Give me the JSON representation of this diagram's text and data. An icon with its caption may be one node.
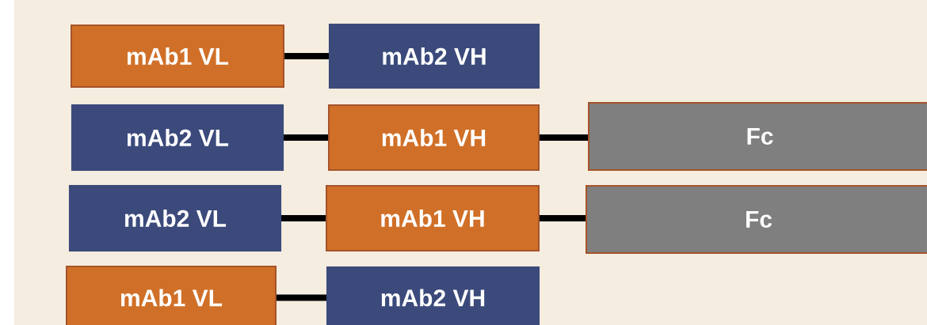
{
  "diagram": {
    "nodes": [
      {
        "text": [
          "mAb1 VL"
        ]
      },
      {
        "text": [
          "mAb2 VH"
        ]
      },
      {
        "text": [
          "mAb2 VL"
        ]
      },
      {
        "text": [
          "mAb1 VH"
        ]
      },
      {
        "text": [
          "Fc"
        ]
      },
      {
        "text": [
          "mAb2 VL"
        ]
      },
      {
        "text": [
          "mAb1 VH"
        ]
      },
      {
        "text": [
          "Fc"
        ]
      },
      {
        "text": [
          "mAb1 VL"
        ]
      },
      {
        "text": [
          "mAb2 VH"
        ]
      }
    ],
    "edges": [
      {
        "from": 0,
        "to": 1,
        "arrow": "none"
      },
      {
        "from": 2,
        "to": 3,
        "arrow": "none"
      },
      {
        "from": 3,
        "to": 4,
        "arrow": "none"
      },
      {
        "from": 5,
        "to": 6,
        "arrow": "none"
      },
      {
        "from": 6,
        "to": 7,
        "arrow": "none"
      },
      {
        "from": 8,
        "to": 9,
        "arrow": "none"
      }
    ]
  }
}
